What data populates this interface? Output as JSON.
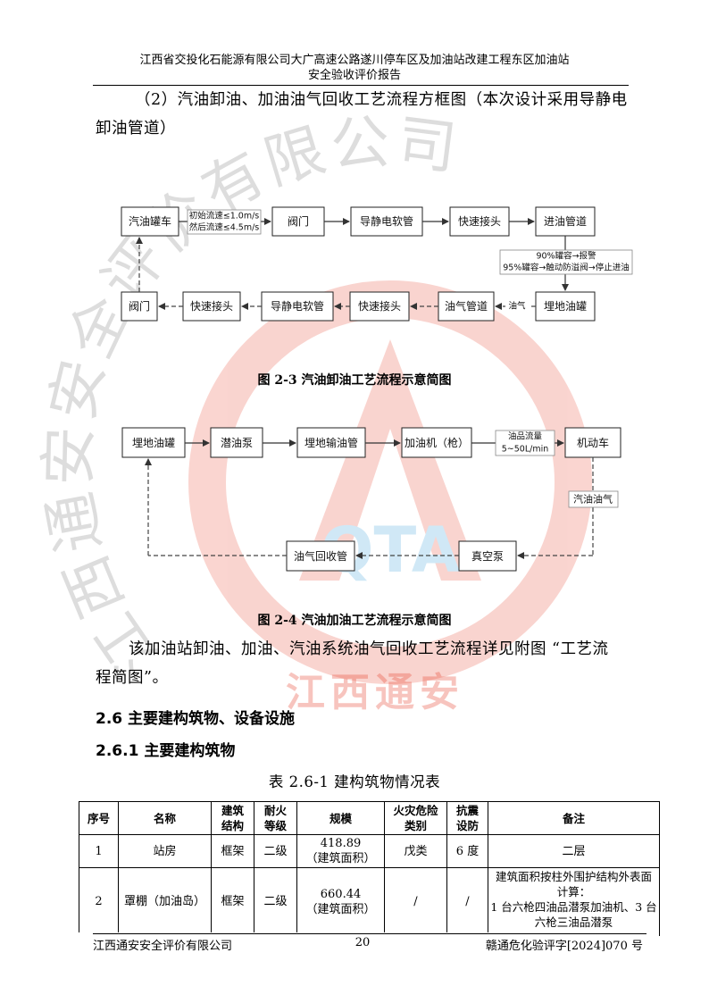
{
  "header": {
    "line1": "江西省交投化石能源有限公司大广高速公路遂川停车区及加油站改建工程东区加油站",
    "line2": "安全验收评价报告"
  },
  "intro": {
    "line1": "（2）汽油卸油、加油油气回收工艺流程方框图（本次设计采用导静电",
    "line2": "卸油管道）"
  },
  "diagram1": {
    "nodes": {
      "tanker": "汽油罐车",
      "valve_top": "阀门",
      "hose_top": "导静电软管",
      "coupling_top": "快速接头",
      "inlet_pipe": "进油管道",
      "tank": "埋地油罐",
      "vapor_pipe": "油气管道",
      "coupling_bottom": "快速接头",
      "hose_bottom": "导静电软管",
      "coupling_bottom2": "快速接头",
      "valve_bottom": "阀门"
    },
    "flow_note_1": "初始流速≤1.0m/s",
    "flow_note_2": "然后流速≤4.5m/s",
    "alarm_note_1": "90%罐容→报警",
    "alarm_note_2": "95%罐容→触动防溢阀→停止进油",
    "vapor_label": "油气",
    "caption": "图 2-3  汽油卸油工艺流程示意简图"
  },
  "diagram2": {
    "nodes": {
      "tank": "埋地油罐",
      "pump": "潜油泵",
      "pipe": "埋地输油管",
      "dispenser": "加油机（枪）",
      "vehicle": "机动车",
      "vacuum": "真空泵",
      "recovery": "油气回收管"
    },
    "flow_note_1": "油品流量",
    "flow_note_2": "5~50L/min",
    "vapor_label": "汽油油气",
    "caption": "图 2-4  汽油加油工艺流程示意简图"
  },
  "watermark": {
    "arc_text": "江西通安安全评价有限公司",
    "badge_text": "江西通安",
    "logo_letters": "QTA"
  },
  "body": {
    "line1": "该加油站卸油、加油、汽油系统油气回收工艺流程详见附图  “工艺流",
    "line2": "程简图”。"
  },
  "section": {
    "h1": "2.6  主要建构筑物、设备设施",
    "h2": "2.6.1  主要建构筑物"
  },
  "table": {
    "caption": "表 2.6-1  建构筑物情况表",
    "headers": [
      "序号",
      "名称",
      "建筑\n结构",
      "耐火\n等级",
      "规模",
      "火灾危险\n类别",
      "抗震\n设防",
      "备注"
    ],
    "rows": [
      [
        "1",
        "站房",
        "框架",
        "二级",
        "418.89\n（建筑面积）",
        "戊类",
        "6 度",
        "二层"
      ],
      [
        "2",
        "罩棚（加油岛）",
        "框架",
        "二级",
        "660.44\n（建筑面积）",
        "/",
        "/",
        "建筑面积按柱外围护结构外表面计算：\n1 台六枪四油品潜泵加油机、3 台六枪三油品潜泵"
      ]
    ]
  },
  "footer": {
    "company": "江西通安安全评价有限公司",
    "page": "20",
    "doc_no": "赣通危化验评字[2024]070 号"
  }
}
